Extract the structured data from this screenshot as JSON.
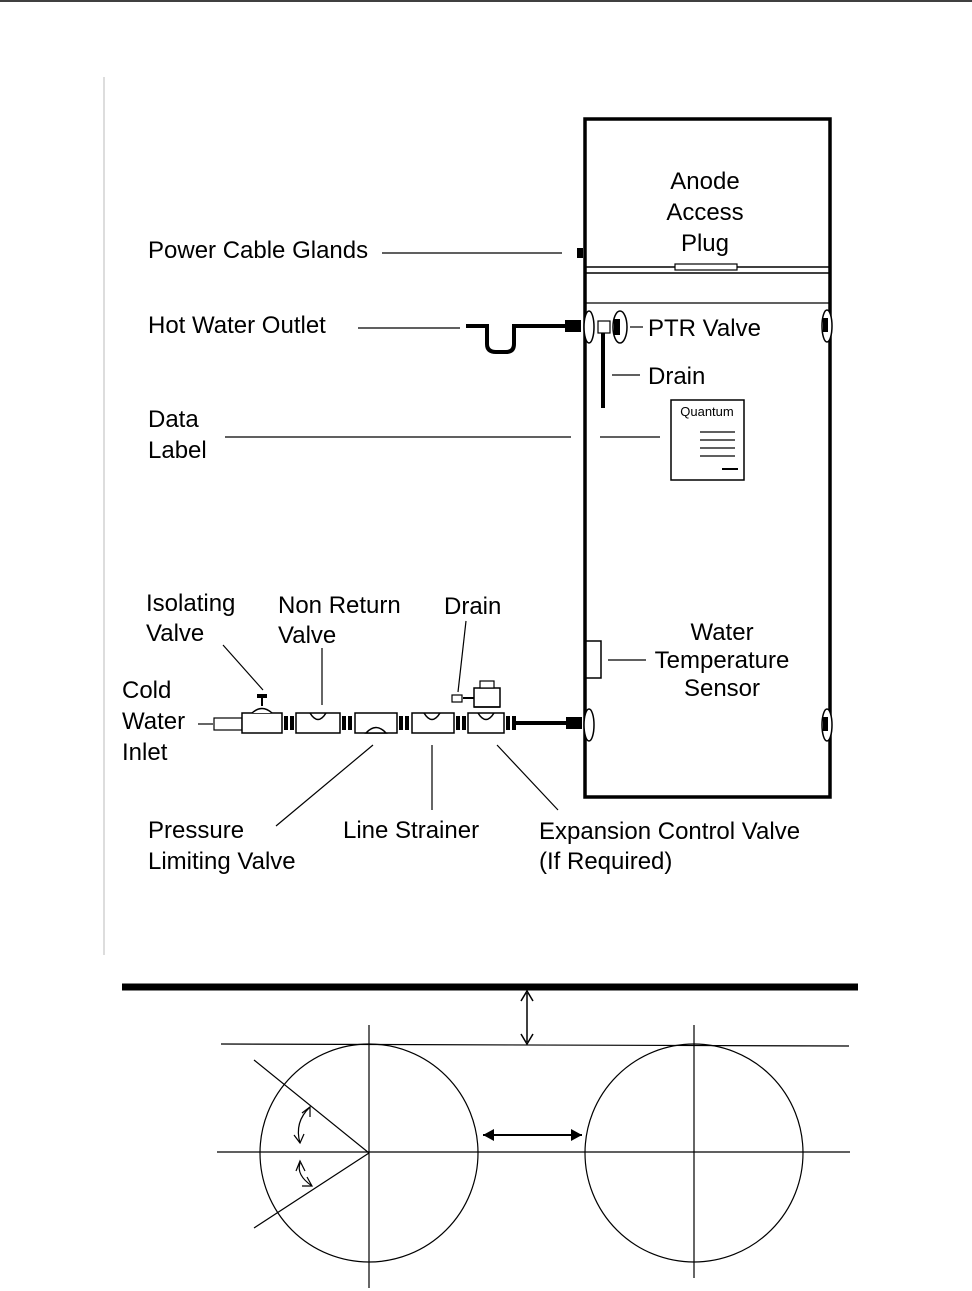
{
  "labels": {
    "anode_line1": "Anode",
    "anode_line2": "Access",
    "anode_line3": "Plug",
    "power_cable_glands": "Power Cable Glands",
    "hot_water_outlet": "Hot Water Outlet",
    "ptr_valve": "PTR Valve",
    "drain_top": "Drain",
    "data_label_line1": "Data",
    "data_label_line2": "Label",
    "quantum": "Quantum",
    "isolating_line1": "Isolating",
    "isolating_line2": "Valve",
    "non_return_line1": "Non Return",
    "non_return_line2": "Valve",
    "drain_bottom": "Drain",
    "water_temp_line1": "Water",
    "water_temp_line2": "Temperature",
    "water_temp_line3": "Sensor",
    "cold_line1": "Cold",
    "cold_line2": "Water",
    "cold_line3": "Inlet",
    "pressure_line1": "Pressure",
    "pressure_line2": "Limiting Valve",
    "line_strainer": "Line Strainer",
    "expansion_line1": "Expansion Control Valve",
    "expansion_line2": "(If Required)"
  }
}
